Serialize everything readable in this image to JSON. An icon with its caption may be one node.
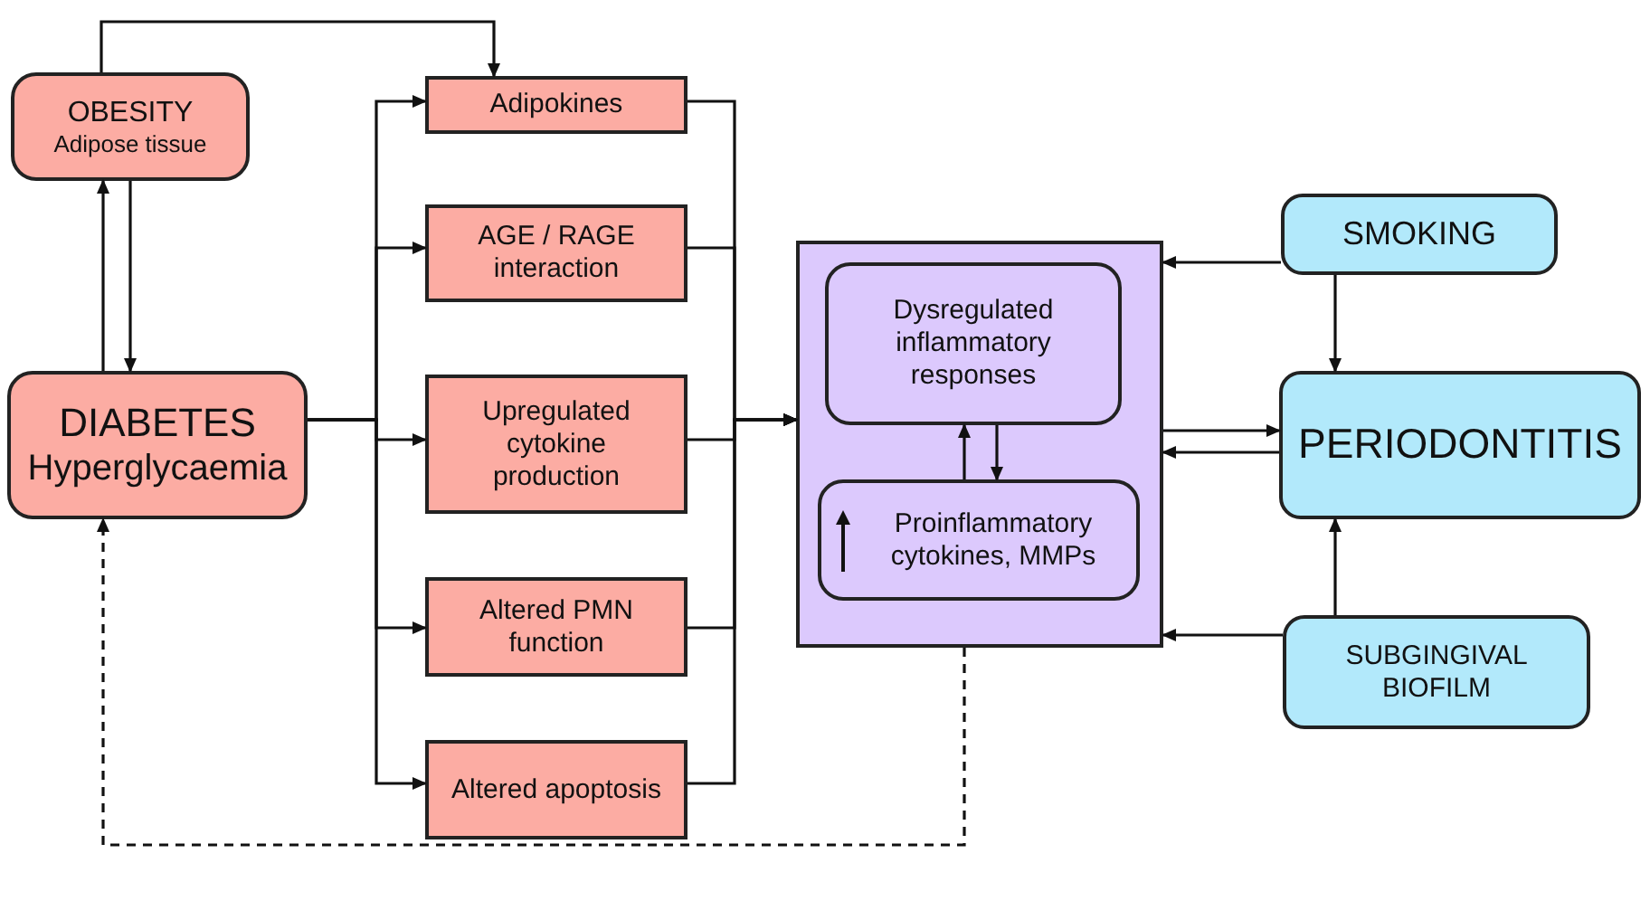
{
  "diagram": {
    "nodes": [
      {
        "text": [
          "OBESITY",
          "Adipose tissue"
        ]
      },
      {
        "text": [
          "DIABETES",
          "Hyperglycaemia"
        ]
      },
      {
        "text": [
          "Adipokines"
        ]
      },
      {
        "text": [
          "AGE / RAGE interaction"
        ]
      },
      {
        "text": [
          "Upregulated cytokine production"
        ]
      },
      {
        "text": [
          "Altered PMN function"
        ]
      },
      {
        "text": [
          "Altered apoptosis"
        ]
      },
      {
        "text": [],
        "shape": "box"
      },
      {
        "text": [
          "Dysregulated inflammatory responses"
        ],
        "in": 7
      },
      {
        "text": [
          "Proinflammatory cytokines, MMPs"
        ],
        "in": 7
      },
      {
        "text": [
          "SMOKING"
        ]
      },
      {
        "text": [
          "PERIODONTITIS"
        ]
      },
      {
        "text": [
          "SUBGINGIVAL BIOFILM"
        ]
      }
    ],
    "edges": [
      {
        "from": 0,
        "to": 2,
        "arrow": "to"
      },
      {
        "from": 1,
        "to": 0,
        "arrow": "to"
      },
      {
        "from": 0,
        "to": 1,
        "arrow": "to"
      },
      {
        "from": 1,
        "to": 2,
        "arrow": "to"
      },
      {
        "from": 1,
        "to": 3,
        "arrow": "to"
      },
      {
        "from": 1,
        "to": 4,
        "arrow": "to"
      },
      {
        "from": 1,
        "to": 5,
        "arrow": "to"
      },
      {
        "from": 1,
        "to": 6,
        "arrow": "to"
      },
      {
        "from": 2,
        "to": 7,
        "arrow": "to"
      },
      {
        "from": 3,
        "to": 7,
        "arrow": "to"
      },
      {
        "from": 4,
        "to": 7,
        "arrow": "to"
      },
      {
        "from": 5,
        "to": 7,
        "arrow": "to"
      },
      {
        "from": 6,
        "to": 7,
        "arrow": "to"
      },
      {
        "from": 9,
        "to": 8,
        "arrow": "to"
      },
      {
        "from": 8,
        "to": 9,
        "arrow": "to"
      },
      {
        "from": 10,
        "to": 7,
        "arrow": "to"
      },
      {
        "from": 10,
        "to": 11,
        "arrow": "to"
      },
      {
        "from": 7,
        "to": 11,
        "arrow": "to"
      },
      {
        "from": 11,
        "to": 7,
        "arrow": "to"
      },
      {
        "from": 12,
        "to": 7,
        "arrow": "to"
      },
      {
        "from": 12,
        "to": 11,
        "arrow": "to"
      },
      {
        "from": 7,
        "to": 1,
        "arrow": "to",
        "style": "dashed"
      }
    ]
  }
}
